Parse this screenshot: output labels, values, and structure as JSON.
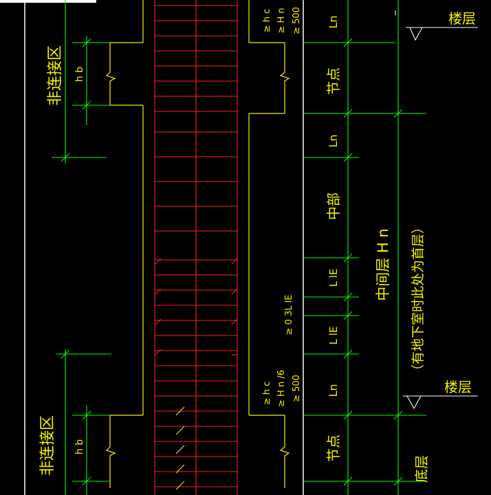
{
  "labels": {
    "non_splice_zone_top": "非连接区",
    "non_splice_zone_bottom": "非连接区",
    "hb_top": "h b",
    "hb_bottom": "h b",
    "floor_top": "楼层",
    "floor_bottom": "楼层",
    "node_top": "节点",
    "node_bottom": "节点",
    "bottom_floor": "底层",
    "ln_1": "Ln",
    "ln_2": "Ln",
    "ln_3": "Ln",
    "middle": "中部",
    "lle_1": "L lE",
    "lle_2": "L lE",
    "mid_floor_hn": "中间层 H n",
    "basement_note": "（有地下室时此处为首层）",
    "ge_hc_top": "≥ h c",
    "ge_hn_top": "≥ H n",
    "ge_500_top": "≥ 500",
    "ge_03le": "≥ 0 3L lE",
    "ge_hc_bottom": "≥ h c",
    "ge_hn6_bottom": "≥ H n /6",
    "ge_500_bottom": "≥ 500"
  },
  "colors": {
    "background": "#000000",
    "line_white": "#ffffff",
    "line_green": "#00ff00",
    "line_yellow": "#f4f400",
    "line_red": "#ff2020"
  }
}
